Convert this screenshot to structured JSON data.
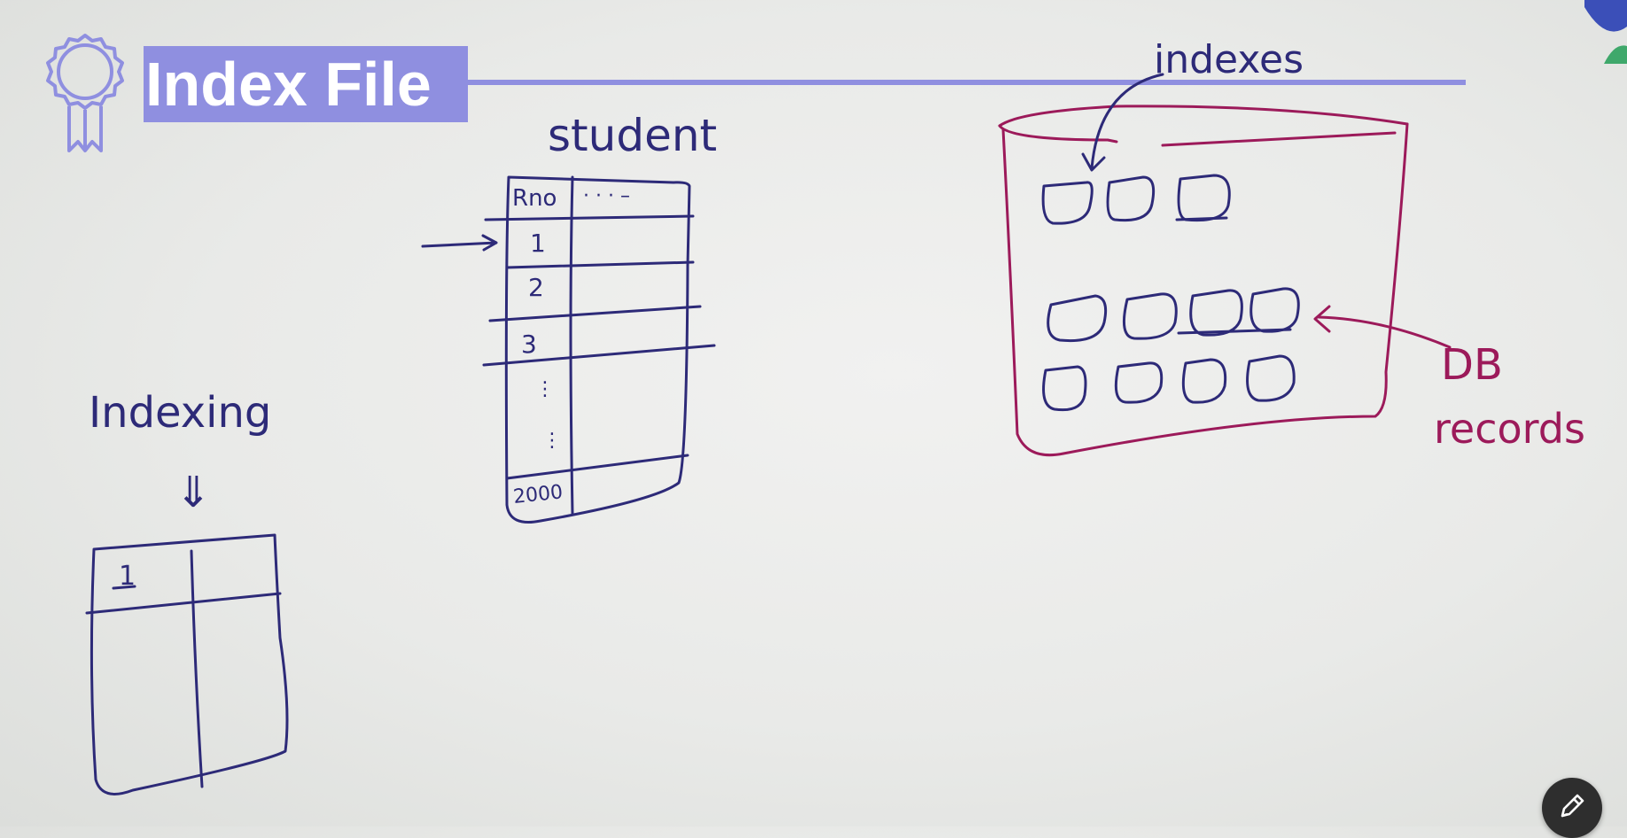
{
  "slide": {
    "title": "Index File",
    "accent_color": "#8f8fe0",
    "badge_icon": "award-ribbon-icon",
    "logo_icon": "brand-logo-icon",
    "pen_icon": "pen-icon"
  },
  "drawing": {
    "ink_blue": "#2d2a78",
    "ink_red": "#9c1a5a",
    "student_label": "student",
    "student_header": "Rno",
    "student_header_extra": "· · · –",
    "student_rows": [
      "1",
      "2",
      "3"
    ],
    "student_last_row": "2000",
    "indexing_label": "Indexing",
    "indexing_arrow": "⇓",
    "index_table_first": "1",
    "indexes_label": "indexes",
    "db_label": "DB",
    "records_label": "records"
  }
}
